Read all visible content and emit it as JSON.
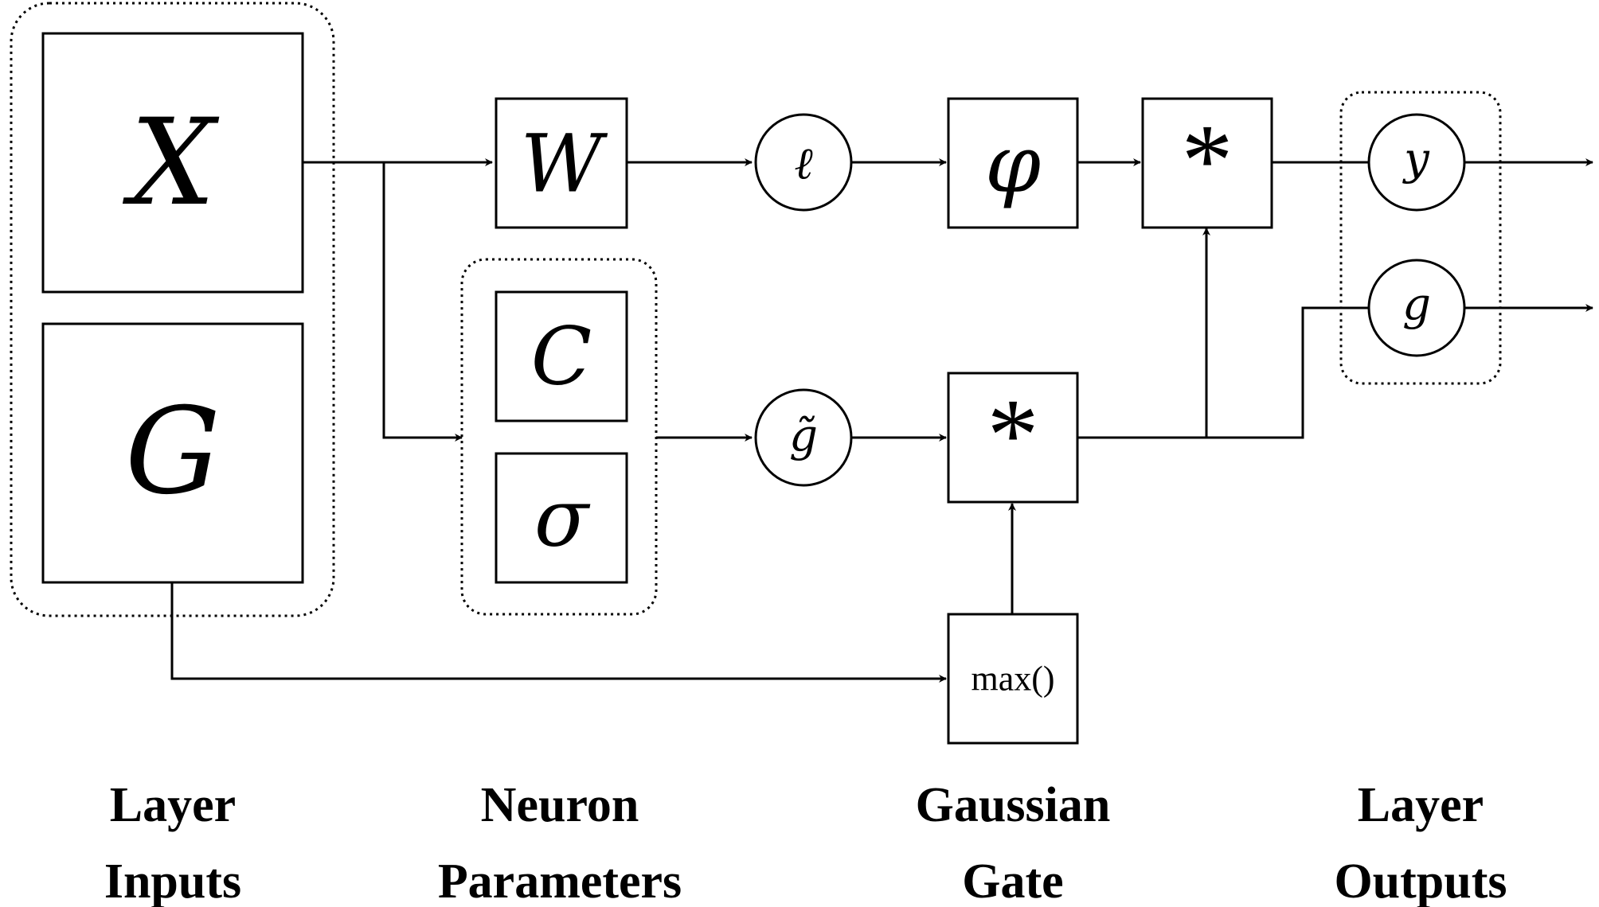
{
  "nodes": {
    "x": "X",
    "g_input": "G",
    "w": "W",
    "ell": "ℓ",
    "phi": "φ",
    "mult_top": "*",
    "y": "y",
    "c": "C",
    "sigma": "σ",
    "g_tilde": "g̃",
    "mult_bottom": "*",
    "g_output": "g",
    "max": "max()"
  },
  "captions": {
    "layer_inputs": [
      "Layer",
      "Inputs"
    ],
    "neuron_parameters": [
      "Neuron",
      "Parameters"
    ],
    "gaussian_gate": [
      "Gaussian",
      "Gate"
    ],
    "layer_outputs": [
      "Layer",
      "Outputs"
    ]
  }
}
